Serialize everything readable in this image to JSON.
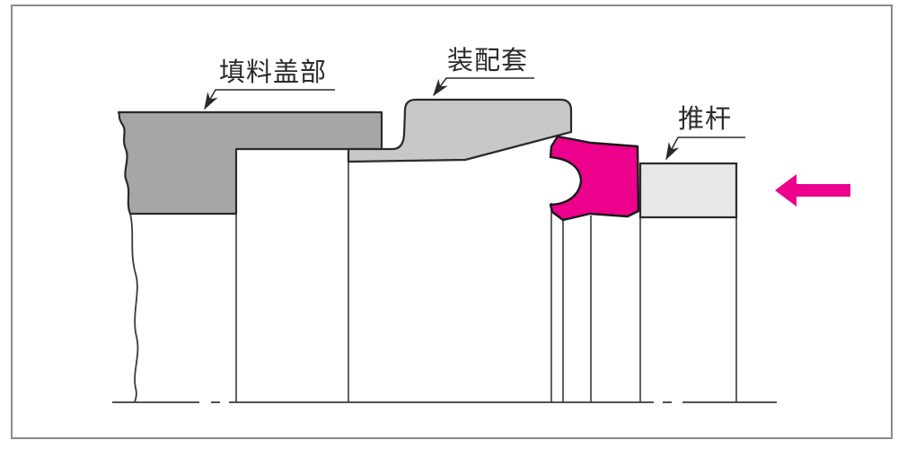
{
  "labels": {
    "packing_cover": "填料盖部",
    "assembly_sleeve": "装配套",
    "push_rod": "推杆"
  },
  "direction_arrow": {
    "name": "push-direction-arrow",
    "direction": "left"
  },
  "colors": {
    "packing_cover_fill": "#a6a6a6",
    "assembly_sleeve_fill": "#c8c8c8",
    "push_rod_fill": "#e8e7e7",
    "seal_fill": "#ec008c",
    "arrow_fill": "#ec008c",
    "outline": "#2a2a2a",
    "leader": "#3a3a3a",
    "frame_border": "#8a8a8a",
    "background": "#ffffff"
  }
}
